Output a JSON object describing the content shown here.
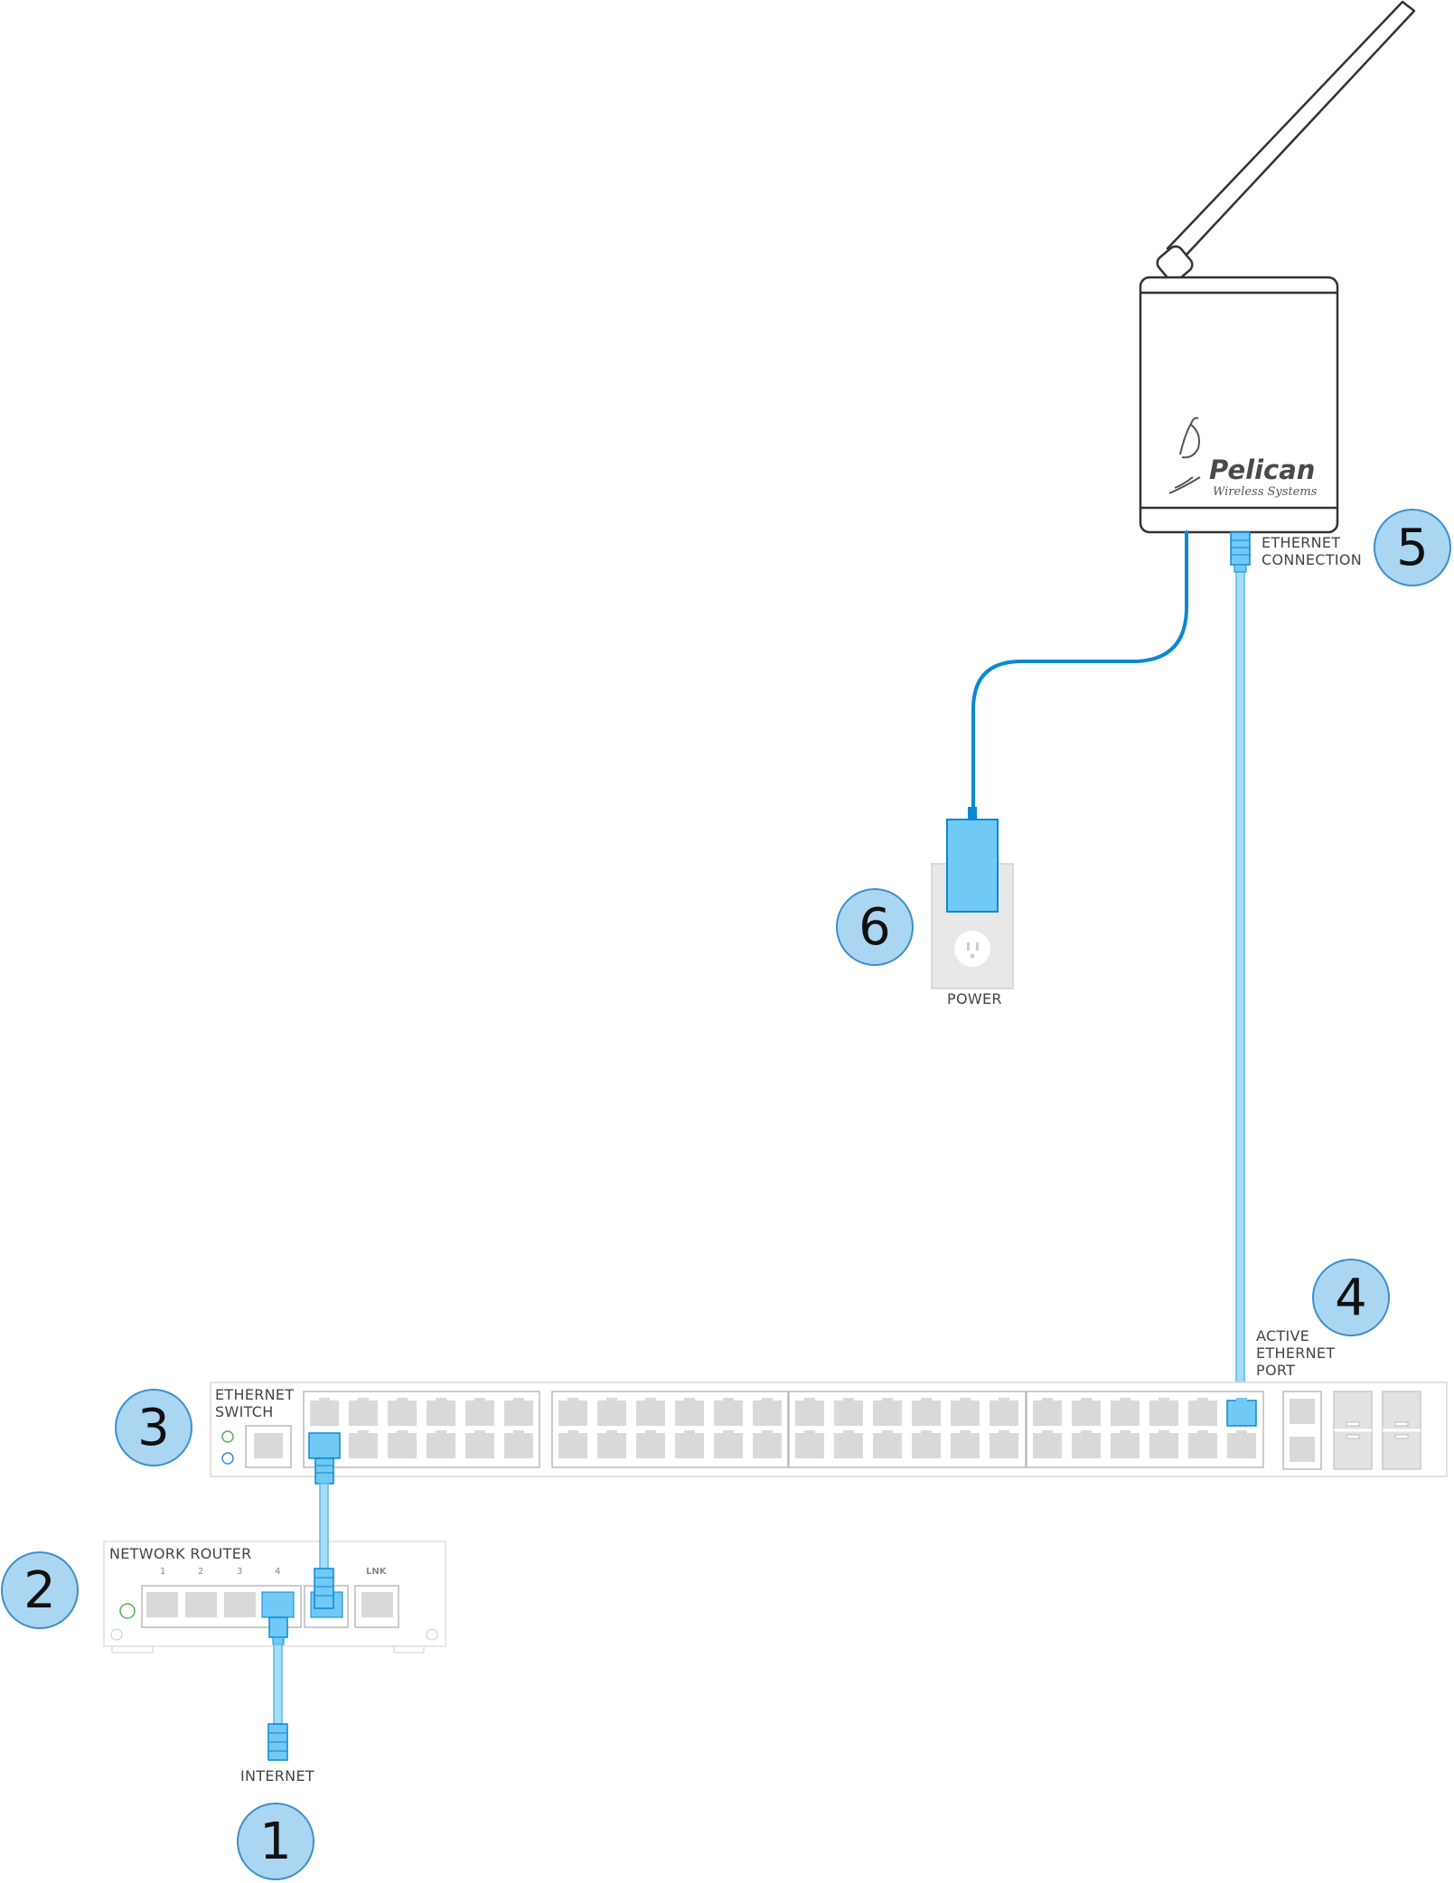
{
  "labels": {
    "ethernet_connection": [
      "ETHERNET",
      "CONNECTION"
    ],
    "power": "POWER",
    "active_port": [
      "ACTIVE",
      "ETHERNET",
      "PORT"
    ],
    "ethernet_switch": [
      "ETHERNET",
      "SWITCH"
    ],
    "network_router": "NETWORK ROUTER",
    "internet": "INTERNET"
  },
  "router_ports": [
    "1",
    "2",
    "3",
    "4",
    "LNK"
  ],
  "logo": {
    "brand": "Pelican",
    "tagline": "Wireless Systems"
  },
  "steps": [
    "1",
    "2",
    "3",
    "4",
    "5",
    "6"
  ],
  "colors": {
    "cable_light": "#a7dcf7",
    "cable_dark": "#0b88d4",
    "connector": "#71c9f5",
    "badge_fill": "#aad6f2",
    "badge_border": "#3f8fc9",
    "device_outline": "#d0d0d0",
    "port_fill": "#d9d9d9"
  }
}
